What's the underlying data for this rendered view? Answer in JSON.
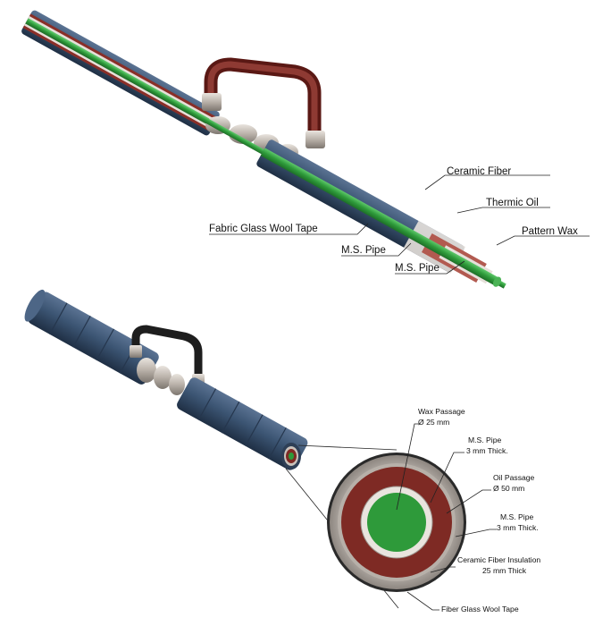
{
  "top_view": {
    "labels": {
      "ceramic_fiber": "Ceramic Fiber",
      "thermic_oil": "Thermic Oil",
      "pattern_wax": "Pattern Wax",
      "fabric_tape": "Fabric Glass Wool Tape",
      "ms_pipe_1": "M.S. Pipe",
      "ms_pipe_2": "M.S. Pipe"
    }
  },
  "cross_section": {
    "wax_passage": {
      "title": "Wax Passage",
      "dim": "Ø 25 mm"
    },
    "ms_pipe_inner": {
      "title": "M.S. Pipe",
      "dim": "3 mm Thick."
    },
    "oil_passage": {
      "title": "Oil Passage",
      "dim": "Ø 50 mm"
    },
    "ms_pipe_outer": {
      "title": "M.S. Pipe",
      "dim": "3 mm Thick."
    },
    "ceramic_insulation": {
      "title": "Ceramic Fiber Insulation",
      "dim": "25 mm Thick"
    },
    "fiber_tape": {
      "title": "Fiber Glass Wool Tape"
    }
  },
  "colors": {
    "wax_green": "#2e9a3a",
    "oil_maroon": "#7e2a24",
    "steel": "#c9c2bb",
    "insulation_blue": "#3c5573",
    "handle_dark": "#2a2a2a"
  }
}
